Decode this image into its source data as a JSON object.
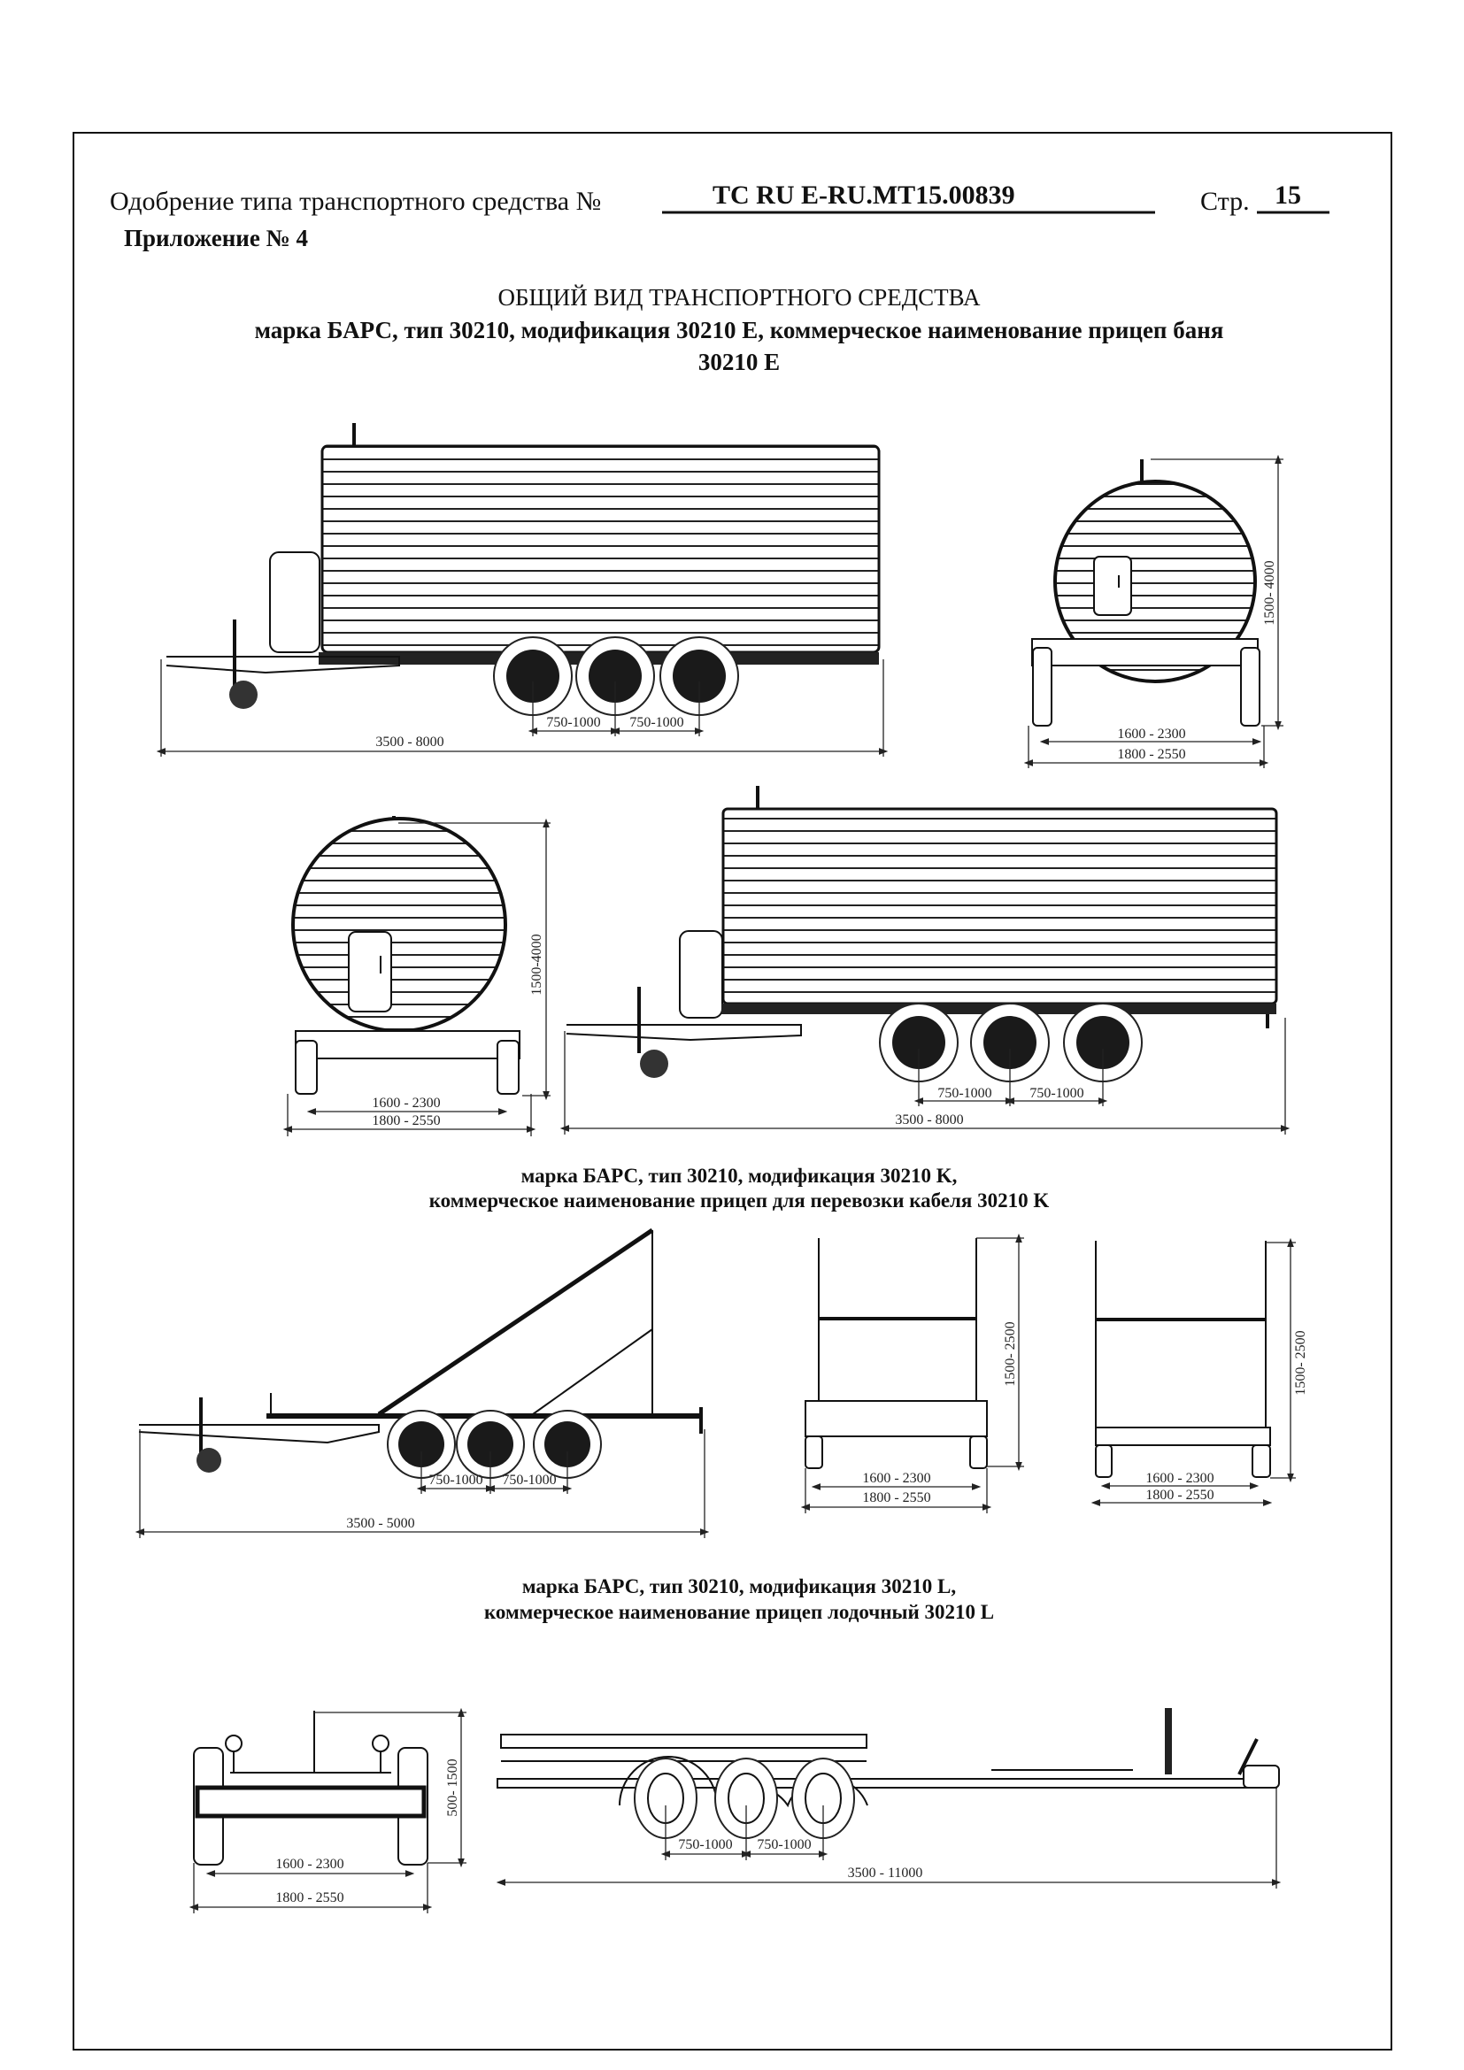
{
  "header": {
    "approval_label": "Одобрение типа транспортного средства №",
    "approval_number": "TC RU E-RU.MT15.00839",
    "page_label": "Стр.",
    "page_number": "15",
    "appendix": "Приложение № 4"
  },
  "title": "ОБЩИЙ ВИД ТРАНСПОРТНОГО СРЕДСТВА",
  "section_e": {
    "line1": "марка БАРС, тип 30210, модификация 30210 E, коммерческое наименование прицеп баня",
    "line2": "30210 E"
  },
  "section_k": {
    "line1": "марка БАРС, тип 30210, модификация 30210 K,",
    "line2": "коммерческое наименование прицеп для перевозки кабеля 30210 K"
  },
  "section_l": {
    "line1": "марка БАРС, тип 30210, модификация 30210 L,",
    "line2": "коммерческое наименование прицеп лодочный 30210 L"
  },
  "drawings": {
    "e_side_1": {
      "axle_spacing_1": "750-1000",
      "axle_spacing_2": "750-1000",
      "length": "3500 - 8000"
    },
    "e_rear_1": {
      "height": "1500- 4000",
      "track": "1600 - 2300",
      "width": "1800 - 2550"
    },
    "e_rear_2": {
      "height": "1500-4000",
      "track": "1600 - 2300",
      "width": "1800 - 2550"
    },
    "e_side_2": {
      "axle_spacing_1": "750-1000",
      "axle_spacing_2": "750-1000",
      "length": "3500 - 8000"
    },
    "k_side": {
      "axle_spacing_1": "750-1000",
      "axle_spacing_2": "750-1000",
      "length": "3500 - 5000"
    },
    "k_rear_1": {
      "height": "1500- 2500",
      "track": "1600 - 2300",
      "width": "1800 - 2550"
    },
    "k_rear_2": {
      "height": "1500- 2500",
      "track": "1600 - 2300",
      "width": "1800 - 2550"
    },
    "l_rear": {
      "height": "500- 1500",
      "track": "1600 - 2300",
      "width": "1800 - 2550"
    },
    "l_side": {
      "axle_spacing_1": "750-1000",
      "axle_spacing_2": "750-1000",
      "length": "3500 - 11000"
    }
  }
}
